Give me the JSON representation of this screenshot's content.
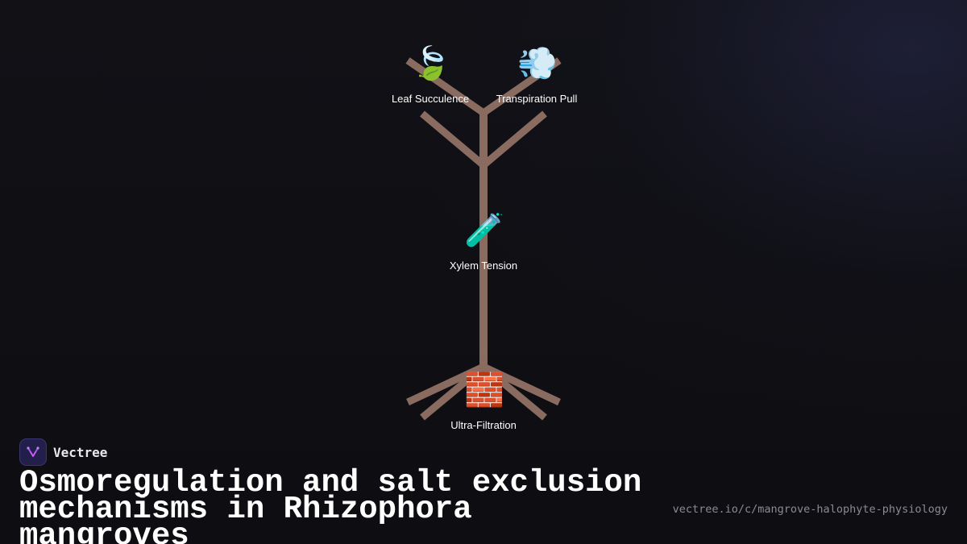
{
  "diagram": {
    "nodes": [
      {
        "id": "leaf",
        "icon": "🍃",
        "icon_name": "leaf-icon",
        "label": "Leaf Succulence"
      },
      {
        "id": "transpiration",
        "icon": "💨",
        "icon_name": "wind-icon",
        "label": "Transpiration Pull"
      },
      {
        "id": "xylem",
        "icon": "🧪",
        "icon_name": "test-tube-icon",
        "label": "Xylem Tension"
      },
      {
        "id": "filtration",
        "icon": "🧱",
        "icon_name": "brick-icon",
        "label": "Ultra-Filtration"
      }
    ],
    "colors": {
      "branch": "#8a6b60",
      "background": "#0f0f13",
      "accent_glow": "#282a4e"
    }
  },
  "brand": {
    "name": "Vectree",
    "logo_icon": "vectree-logo-icon"
  },
  "title": "Osmoregulation and salt exclusion mechanisms in Rhizophora mangroves",
  "url": "vectree.io/c/mangrove-halophyte-physiology"
}
